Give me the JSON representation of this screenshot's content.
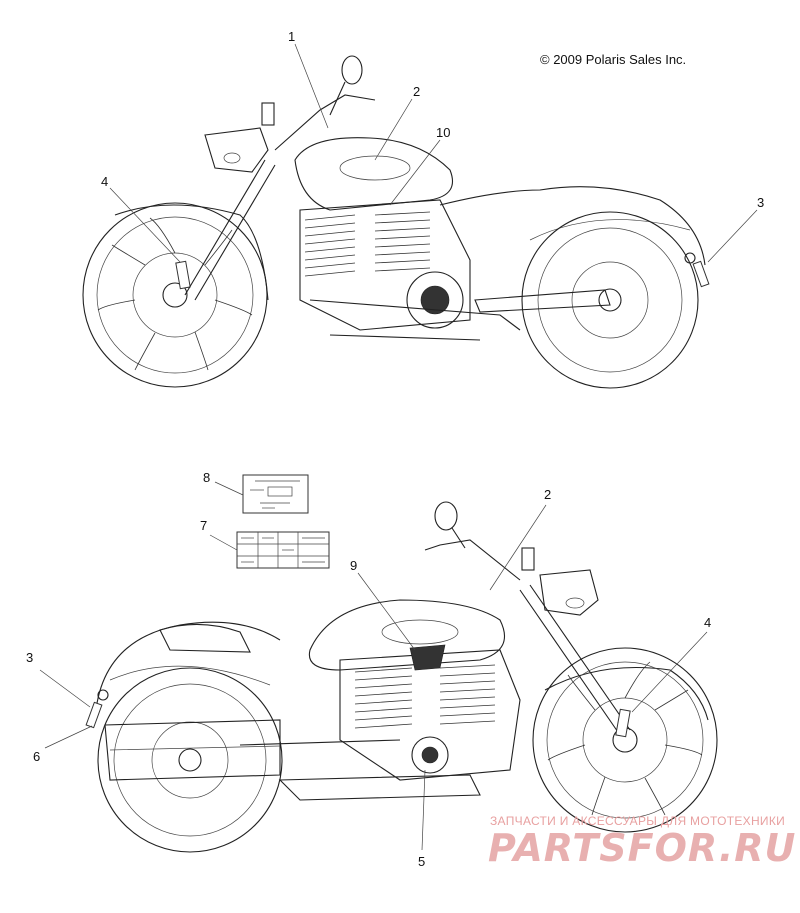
{
  "copyright": "© 2009 Polaris Sales Inc.",
  "watermark": {
    "tagline": "ЗАПЧАСТИ И АКСЕССУАРЫ ДЛЯ МОТОТЕХНИКИ",
    "brand": "PARTSFOR.RU"
  },
  "callouts": {
    "c1": "1",
    "c2": "2",
    "c3": "3",
    "c4": "4",
    "c10": "10",
    "c8": "8",
    "c7": "7",
    "c2b": "2",
    "c9": "9",
    "c4b": "4",
    "c3b": "3",
    "c6": "6",
    "c5": "5"
  }
}
